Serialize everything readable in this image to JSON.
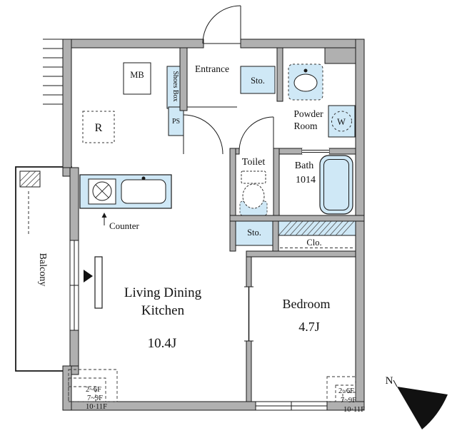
{
  "colors": {
    "fixture_blue": "#cfe8f6",
    "wall_gray": "#b0b0b0",
    "line_black": "#1a1a1a"
  },
  "rooms": {
    "living": {
      "line1": "Living Dining",
      "line2": "Kitchen",
      "size": "10.4J"
    },
    "bedroom": {
      "name": "Bedroom",
      "size": "4.7J"
    },
    "entrance": {
      "label": "Entrance"
    },
    "powder": {
      "line1": "Powder",
      "line2": "Room"
    },
    "toilet": {
      "label": "Toilet"
    },
    "bath": {
      "label": "Bath",
      "size": "1014"
    },
    "balcony": {
      "label": "Balcony"
    }
  },
  "fixtures": {
    "meter_box": "MB",
    "shoes_box": "Shoes Box",
    "storage_top": "Sto.",
    "storage_mid": "Sto.",
    "closet": "Clo.",
    "washer": "W",
    "pipe_space": "PS",
    "refrigerator": "R",
    "counter": "Counter"
  },
  "annotations": {
    "floors_left": [
      "2~6F",
      "7~9F",
      "10·11F"
    ],
    "floors_right": [
      "2~6F",
      "7~9F",
      "10·11F"
    ],
    "compass_north": "N"
  }
}
